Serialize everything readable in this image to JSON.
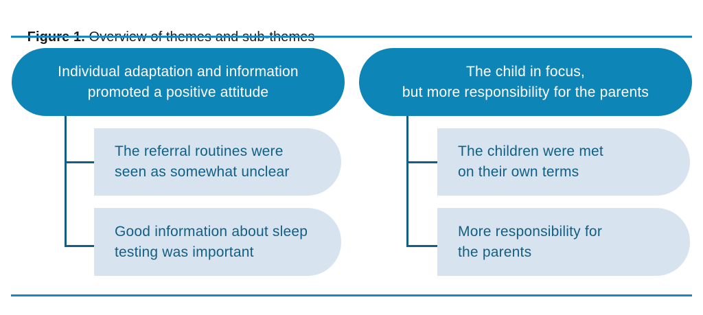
{
  "figure": {
    "label": "Figure 1.",
    "caption": " Overview of themes and sub-themes"
  },
  "colors": {
    "background": "#ffffff",
    "title_text": "#191919",
    "rule": "#1b86c5",
    "theme_bg": "#0d86b7",
    "theme_text": "#ffffff",
    "subtheme_bg": "#d7e3ee",
    "subtheme_text": "#115f84",
    "connector": "#115f84"
  },
  "themes": [
    {
      "title_line1": "Individual adaptation and information",
      "title_line2": "promoted a positive attitude",
      "subthemes": [
        {
          "line1": "The referral routines were",
          "line2": "seen as somewhat unclear"
        },
        {
          "line1": "Good information about sleep",
          "line2": "testing was important"
        }
      ]
    },
    {
      "title_line1": "The child in focus,",
      "title_line2": "but more responsibility for the parents",
      "subthemes": [
        {
          "line1": "The children were met",
          "line2": "on their own terms"
        },
        {
          "line1": "More responsibility for",
          "line2": "the parents"
        }
      ]
    }
  ]
}
